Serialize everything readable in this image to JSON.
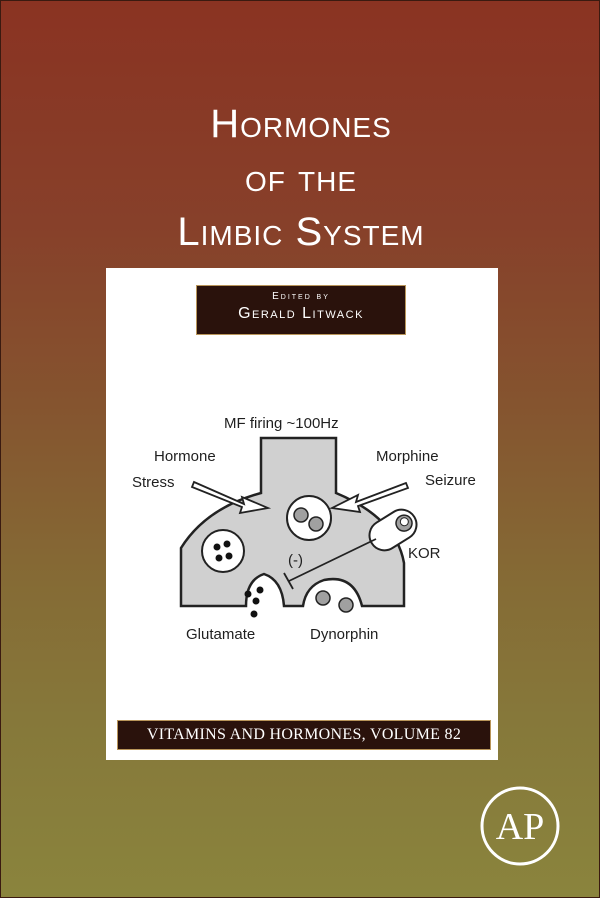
{
  "cover": {
    "title_lines": [
      "Hormones",
      "of the",
      "Limbic System"
    ],
    "edited_by": "Edited by",
    "editor": "Gerald Litwack",
    "series": "VITAMINS AND HORMONES, VOLUME 82",
    "colors": {
      "top": "#8a3322",
      "bottom": "#8a843d",
      "label_bg": "#2a120c"
    }
  },
  "diagram": {
    "labels": {
      "mf_firing": "MF firing ~100Hz",
      "hormone": "Hormone",
      "stress": "Stress",
      "morphine": "Morphine",
      "seizure": "Seizure",
      "kor": "KOR",
      "inhibit": "(-)",
      "glutamate": "Glutamate",
      "dynorphin": "Dynorphin"
    }
  },
  "logo": {
    "letters": "AP"
  }
}
